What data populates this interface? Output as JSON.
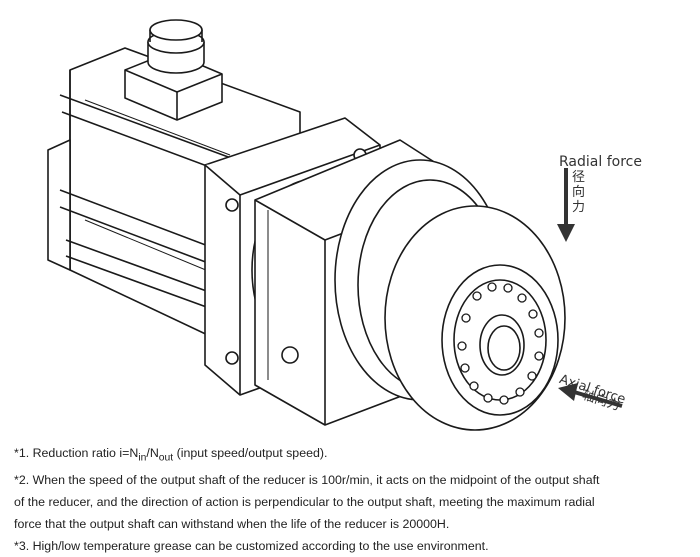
{
  "labels": {
    "radial_force_en": "Radial force",
    "radial_force_cn": "径向力",
    "axial_force_en": "Axial force",
    "axial_force_cn": "轴向力"
  },
  "notes": {
    "note1_prefix": "*1. Reduction ratio i=N",
    "note1_sub1": "in",
    "note1_mid": "/N",
    "note1_sub2": "out",
    "note1_suffix": " (input speed/output speed).",
    "note2_line1": "*2. When the speed of the output shaft of the reducer is 100r/min, it acts on the midpoint of the output shaft",
    "note2_line2": "of the reducer, and the direction of action is perpendicular to the output shaft, meeting the maximum radial",
    "note2_line3": "force that the output shaft can withstand when the life of the reducer is 20000H.",
    "note3": "*3. High/low temperature grease can be customized according to the use environment."
  },
  "colors": {
    "line": "#1a1a1a",
    "arrow": "#333333",
    "text": "#222222"
  }
}
